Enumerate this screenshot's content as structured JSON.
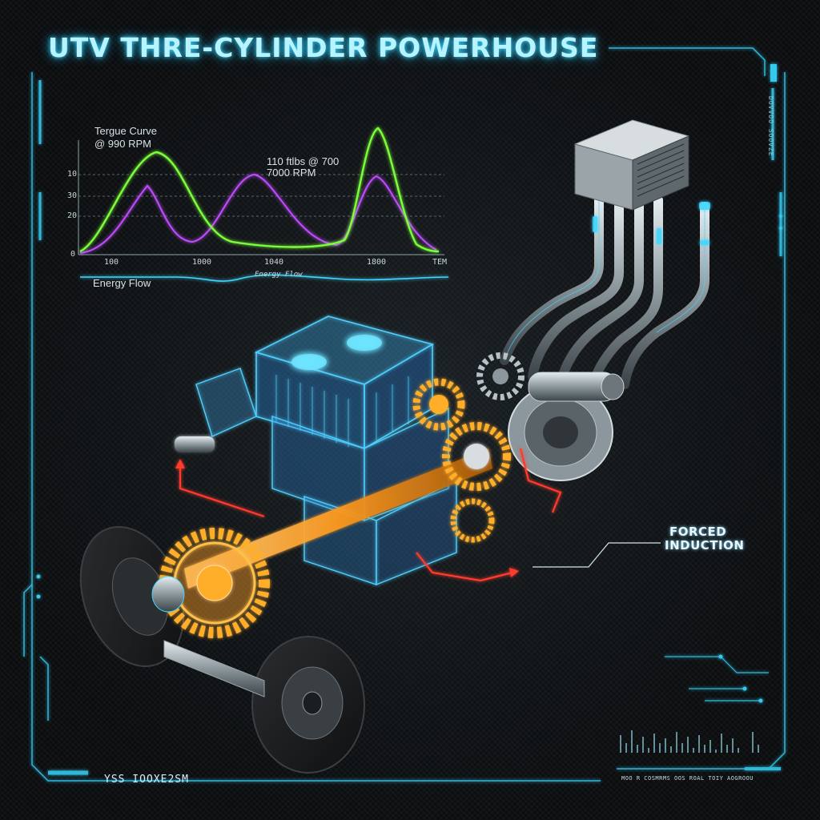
{
  "title": "UTV THRE-CYLINDER POWERHOUSE",
  "chart": {
    "label_curve_line1": "Tergue Curve",
    "label_curve_line2": "@ 990 RPM",
    "label_peak_line1": "110 ftlbs @ 700",
    "label_peak_line2": "7000 RPM",
    "y_ticks": [
      "10",
      "30",
      "20",
      "0"
    ],
    "x_ticks": [
      "100",
      "1000",
      "1040",
      "1800",
      "TEM"
    ],
    "energy_flow_label": "Energy Flow",
    "energy_flow_caption": "Energy Flow"
  },
  "callout": {
    "line1": "FORCED",
    "line2": "INDUCTION"
  },
  "footer": {
    "left_code": "YSS IOOXE2SM",
    "right_code": "MOO R COSMRMS OOS ROAL TOIY AOGROOU"
  },
  "side_text": "DOVVOO SOOVZE",
  "colors": {
    "accent_cyan": "#3fd7ff",
    "gear_orange": "#ffae2b",
    "flow_red": "#ff3b2e",
    "curve_green": "#7cff3a",
    "curve_purple": "#c04bff"
  }
}
